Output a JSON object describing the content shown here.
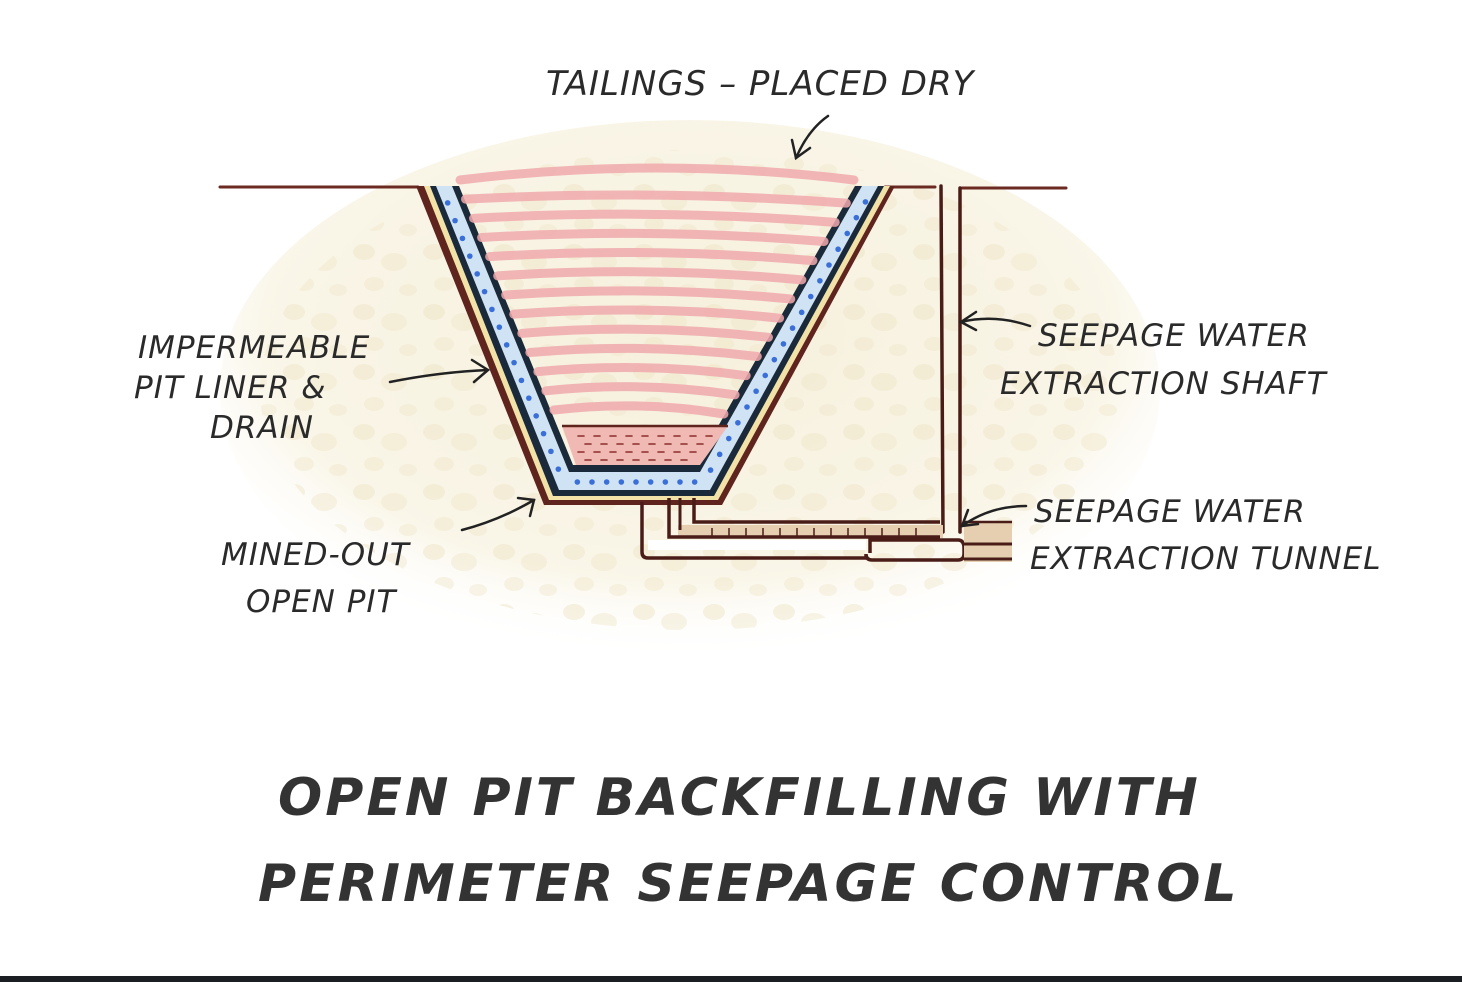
{
  "diagram": {
    "title_lines": [
      "OPEN PIT BACKFILLING WITH",
      "PERIMETER SEEPAGE CONTROL"
    ],
    "labels": {
      "tailings": "TAILINGS – PLACED DRY",
      "liner": [
        "IMPERMEABLE",
        "PIT LINER &",
        "DRAIN"
      ],
      "pit": [
        "MINED-OUT",
        "OPEN PIT"
      ],
      "shaft": [
        "SEEPAGE WATER",
        "EXTRACTION SHAFT"
      ],
      "tunnel": [
        "SEEPAGE WATER",
        "EXTRACTION TUNNEL"
      ]
    },
    "colors": {
      "ground_line": "#6b2a22",
      "soil_fill": "#f6f0dc",
      "soil_pebble": "#efe4c6",
      "outer_wall": "#5e241d",
      "sand_layer": "#f2e2a8",
      "liner_dark": "#1b2a3a",
      "drain_fill": "#cfe3f5",
      "drain_dots": "#3a6fd8",
      "tailings_stripe": "#f0a9ad",
      "sludge_fill": "#f0b9b3",
      "sludge_marks": "#8a2e2a",
      "tunnel_fill": "#e6cfb0",
      "text": "#2a2a2a",
      "bottom_bar": "#1b1f23"
    }
  }
}
